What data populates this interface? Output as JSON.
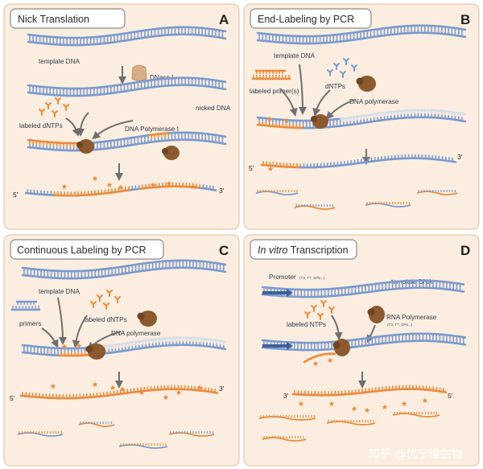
{
  "panels": {
    "A": {
      "letter": "A",
      "title": "Nick Translation",
      "labels": {
        "template": "template DNA",
        "dnase": "DNase I",
        "nicked": "nicked DNA",
        "dntps": "labeled dNTPs",
        "polymerase": "DNA Polymerase I"
      },
      "ends": {
        "five": "5'",
        "three": "3'"
      }
    },
    "B": {
      "letter": "B",
      "title": "End-Labeling by PCR",
      "labels": {
        "template": "template DNA",
        "primers": "labeled primer(s)",
        "dntps": "dNTPs",
        "polymerase": "DNA polymerase"
      },
      "ends": {
        "five": "5'",
        "three": "3'"
      }
    },
    "C": {
      "letter": "C",
      "title": "Continuous Labeling by PCR",
      "labels": {
        "template": "template DNA",
        "primers": "primers",
        "dntps": "labeled dNTPs",
        "polymerase": "DNA polymerase"
      },
      "ends": {
        "five": "5'",
        "three": "3'"
      }
    },
    "D": {
      "letter": "D",
      "title_italic": "In vitro",
      "title_rest": " Transcription",
      "labels": {
        "promoter": "Promoter",
        "promoter_sub": "(T3, T7, SP6...)",
        "template": "template DNA",
        "ntps": "labeled NTPs",
        "polymerase": "RNA Polymerase",
        "polymerase_sub": "(T3, T7, SP6...)"
      },
      "ends": {
        "five": "5'",
        "three": "3'"
      }
    }
  },
  "watermark": "知乎 @优宁维生物",
  "colors": {
    "template": "#7b9ad0",
    "label": "#ec8a3d",
    "enzyme": "#8c5a2e",
    "panel": "#fbeee0"
  }
}
